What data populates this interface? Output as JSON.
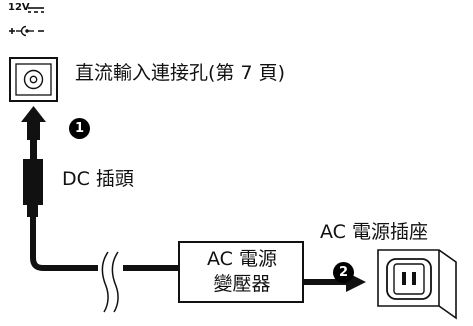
{
  "voltage_label": "12V",
  "labels": {
    "dc_input_jack": "直流輸入連接孔(第 7 頁)",
    "dc_plug": "DC 插頭",
    "ac_outlet": "AC 電源插座",
    "adapter_line1": "AC 電源",
    "adapter_line2": "變壓器"
  },
  "steps": [
    "1",
    "2"
  ],
  "icons": {
    "polarity": "center-negative-polarity-symbol",
    "arrows": "up-arrow, right-arrow"
  }
}
